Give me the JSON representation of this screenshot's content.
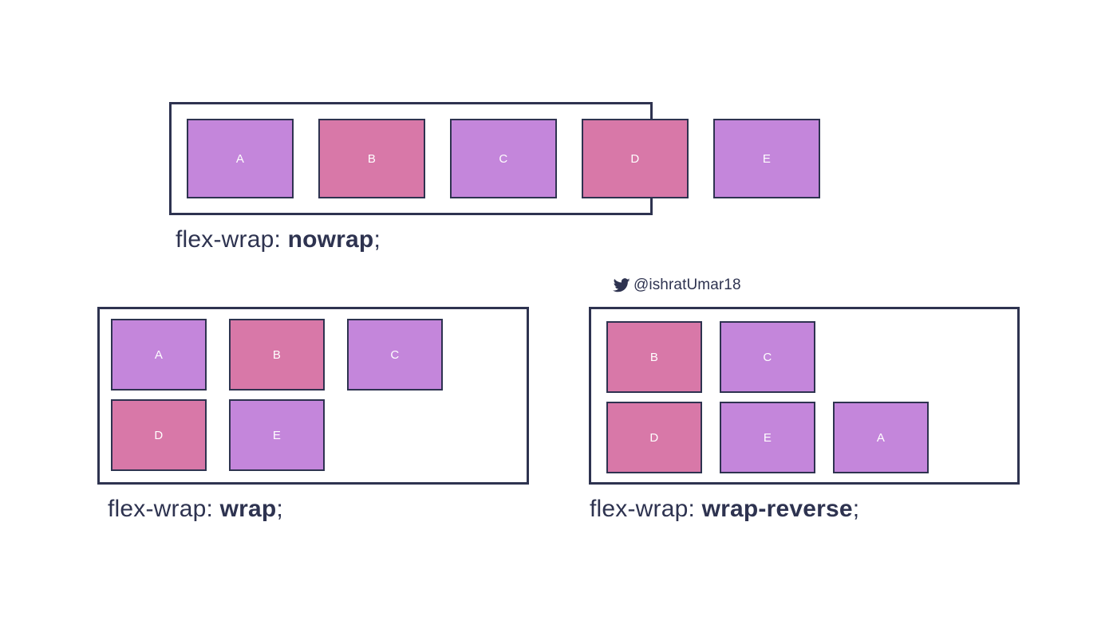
{
  "colors": {
    "purple": "#c486db",
    "pink": "#d878a8",
    "outline": "#2e3350",
    "text": "#2e3350",
    "item_label": "#ffffff",
    "background": "#ffffff"
  },
  "credit": {
    "icon": "twitter-bird-icon",
    "handle": "@ishratUmar18"
  },
  "panels": [
    {
      "id": "nowrap",
      "property": "flex-wrap: ",
      "value": "nowrap",
      "terminator": ";",
      "items": [
        {
          "label": "A",
          "color": "purple"
        },
        {
          "label": "B",
          "color": "pink"
        },
        {
          "label": "C",
          "color": "purple"
        },
        {
          "label": "D",
          "color": "pink"
        },
        {
          "label": "E",
          "color": "purple"
        }
      ]
    },
    {
      "id": "wrap",
      "property": "flex-wrap: ",
      "value": "wrap",
      "terminator": ";",
      "items": [
        {
          "label": "A",
          "color": "purple"
        },
        {
          "label": "B",
          "color": "pink"
        },
        {
          "label": "C",
          "color": "purple"
        },
        {
          "label": "D",
          "color": "pink"
        },
        {
          "label": "E",
          "color": "purple"
        }
      ]
    },
    {
      "id": "wrap-reverse",
      "property": "flex-wrap: ",
      "value": "wrap-reverse",
      "terminator": ";",
      "items": [
        {
          "label": "A",
          "color": "purple"
        },
        {
          "label": "B",
          "color": "pink"
        },
        {
          "label": "C",
          "color": "purple"
        },
        {
          "label": "D",
          "color": "pink"
        },
        {
          "label": "E",
          "color": "purple"
        }
      ]
    }
  ]
}
